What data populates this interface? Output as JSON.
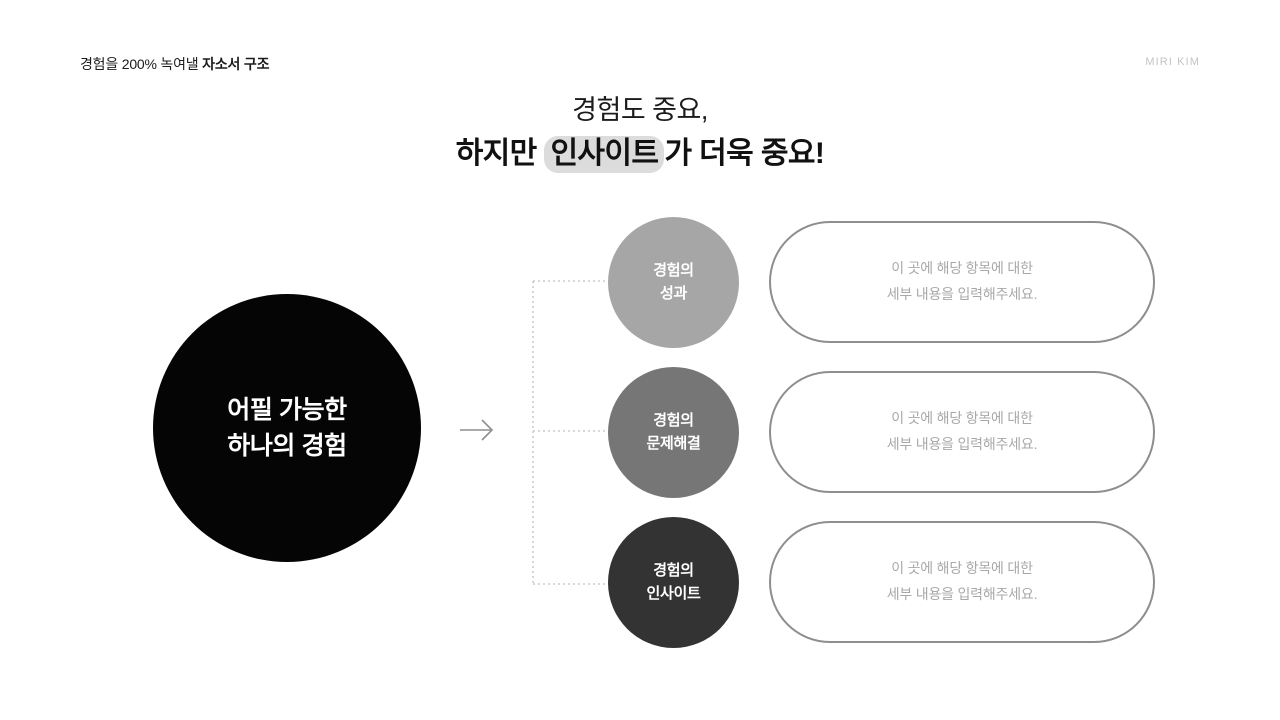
{
  "header": {
    "title_normal": "경험을 200% 녹여낼 ",
    "title_bold": "자소서 구조",
    "author": "MIRI KIM"
  },
  "title": {
    "line1": "경험도 중요,",
    "line2_before": "하지만 ",
    "line2_highlight": "인사이트",
    "line2_after": "가 더욱 중요!",
    "highlight_color": "#dcdcdc"
  },
  "hero": {
    "line1": "어필 가능한",
    "line2": "하나의 경험",
    "color": "#050505",
    "text_color": "#ffffff"
  },
  "connector": {
    "arrow_glyph": "→",
    "arrow_color": "#8e8e8e",
    "bracket_color": "#cccccc",
    "bracket_style": "dotted"
  },
  "rows": [
    {
      "circle": {
        "line1": "경험의",
        "line2": "성과",
        "color": "#a6a6a6"
      },
      "pill": {
        "line1": "이 곳에 해당 항목에 대한",
        "line2": "세부 내용을 입력해주세요.",
        "border_color": "#8e8e8e",
        "text_color": "#a8a8a8"
      }
    },
    {
      "circle": {
        "line1": "경험의",
        "line2": "문제해결",
        "color": "#767676"
      },
      "pill": {
        "line1": "이 곳에 해당 항목에 대한",
        "line2": "세부 내용을 입력해주세요.",
        "border_color": "#8e8e8e",
        "text_color": "#a8a8a8"
      }
    },
    {
      "circle": {
        "line1": "경험의",
        "line2": "인사이트",
        "color": "#333333"
      },
      "pill": {
        "line1": "이 곳에 해당 항목에 대한",
        "line2": "세부 내용을 입력해주세요.",
        "border_color": "#8e8e8e",
        "text_color": "#a8a8a8"
      }
    }
  ]
}
